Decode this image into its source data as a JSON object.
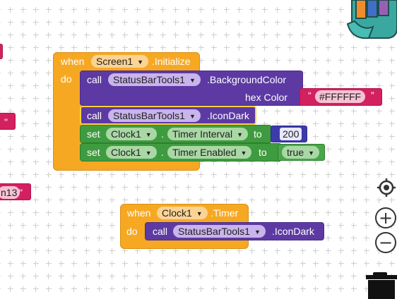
{
  "left_fragments": {
    "quote_close": "\"",
    "partial_value": "n13"
  },
  "screen_init": {
    "when_label": "when",
    "component": "Screen1",
    "event": ".Initialize",
    "do_label": "do",
    "call1": {
      "call_label": "call",
      "component": "StatusBarTools1",
      "method": ".BackgroundColor",
      "param_label": "hex Color",
      "string_value": "#FFFFFF",
      "quote_open": "“",
      "quote_close": "”"
    },
    "call2": {
      "call_label": "call",
      "component": "StatusBarTools1",
      "method": ".IconDark"
    },
    "set1": {
      "set_label": "set",
      "component": "Clock1",
      "dot": ".",
      "property": "Timer Interval",
      "to_label": "to",
      "value": "200"
    },
    "set2": {
      "set_label": "set",
      "component": "Clock1",
      "dot": ".",
      "property": "Timer Enabled",
      "to_label": "to",
      "value": "true"
    }
  },
  "clock_timer": {
    "when_label": "when",
    "component": "Clock1",
    "event": ".Timer",
    "do_label": "do",
    "call": {
      "call_label": "call",
      "component": "StatusBarTools1",
      "method": ".IconDark"
    }
  },
  "controls": {
    "dropdown_arrow": "▼",
    "center_icon": "target-icon",
    "zoom_in": "+",
    "zoom_out": "−"
  },
  "colors": {
    "event_orange": "#f7a823",
    "method_purple": "#5d3aa3",
    "set_green": "#3f9b3f",
    "number_blue": "#3b3bab",
    "text_pink": "#d3205f"
  }
}
